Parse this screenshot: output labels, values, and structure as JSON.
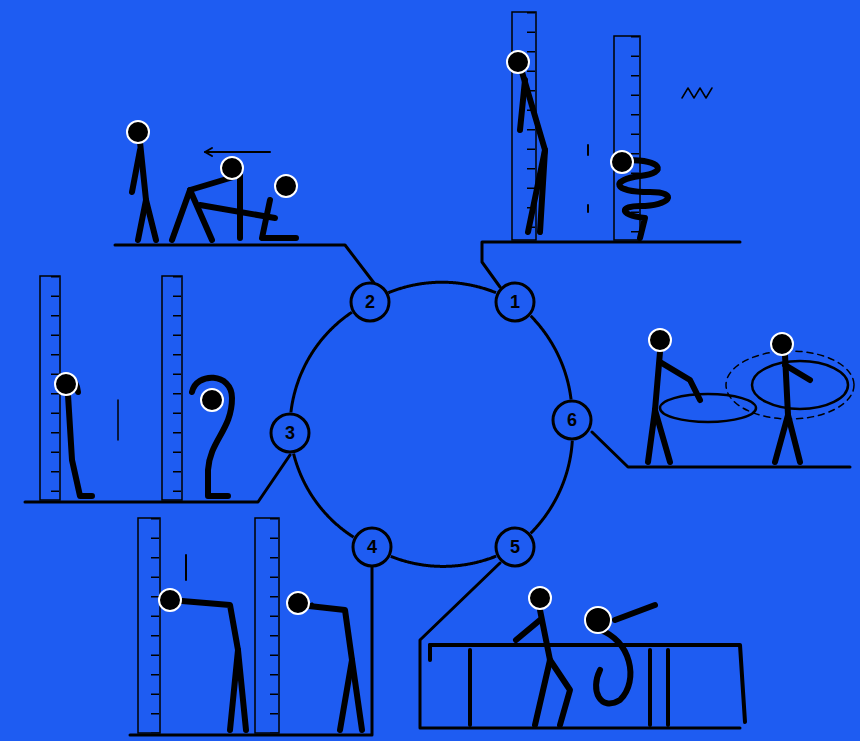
{
  "diagram": {
    "nodes": [
      {
        "text": [
          "2"
        ]
      },
      {
        "text": [
          "1"
        ]
      },
      {
        "text": [
          "3"
        ]
      },
      {
        "text": [
          "6"
        ]
      },
      {
        "text": [
          "4"
        ]
      },
      {
        "text": [
          "5"
        ]
      }
    ],
    "edges": [
      {
        "from": 0,
        "to": 1,
        "arrow": "none"
      },
      {
        "from": 1,
        "to": 3,
        "arrow": "none"
      },
      {
        "from": 3,
        "to": 5,
        "arrow": "none"
      },
      {
        "from": 5,
        "to": 4,
        "arrow": "none"
      },
      {
        "from": 4,
        "to": 2,
        "arrow": "none"
      },
      {
        "from": 2,
        "to": 0,
        "arrow": "none"
      }
    ]
  }
}
